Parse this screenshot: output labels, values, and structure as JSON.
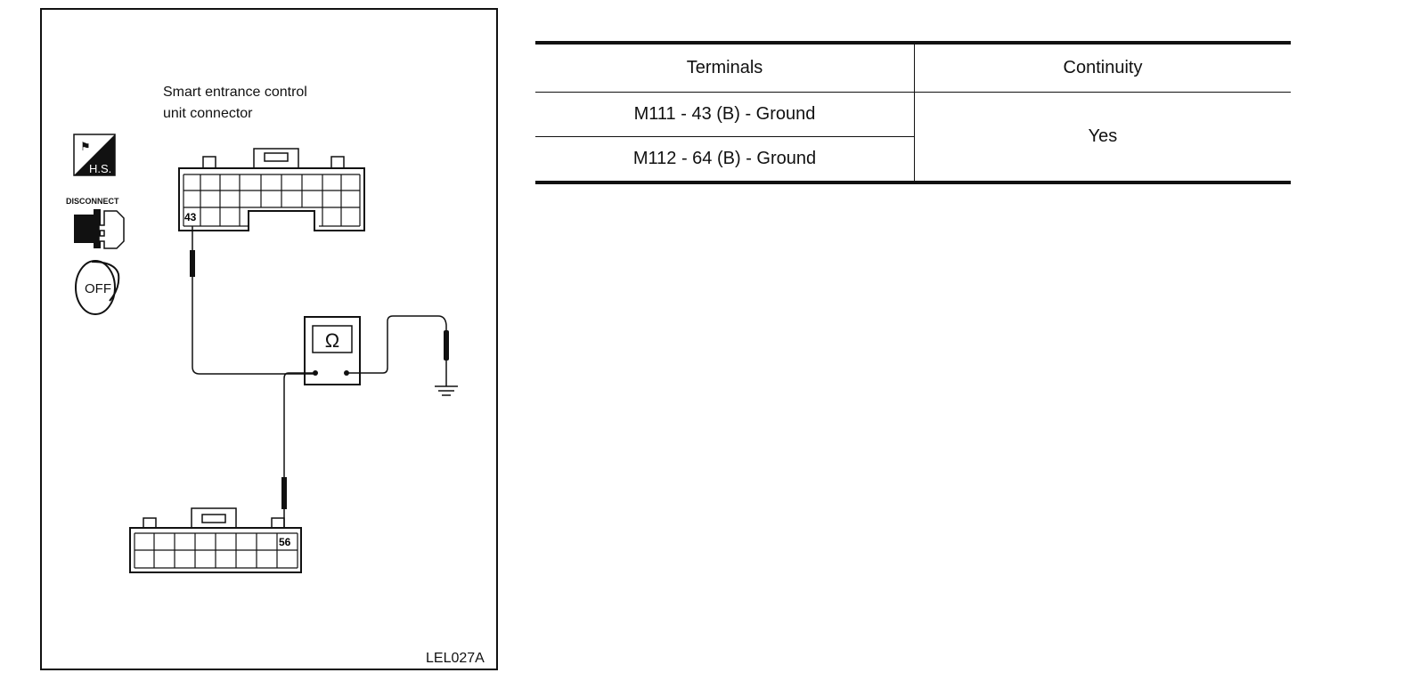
{
  "figure": {
    "title_line1": "Smart entrance control",
    "title_line2": "unit connector",
    "figure_id": "LEL027A",
    "icons": {
      "hs_label": "H.S.",
      "disconnect_label": "DISCONNECT",
      "ignition_label": "OFF",
      "meter_symbol": "Ω"
    },
    "connector_top_pin": "43",
    "connector_bottom_pin": "56"
  },
  "table": {
    "headers": [
      "Terminals",
      "Continuity"
    ],
    "rows": [
      {
        "terminals": "M111 - 43 (B) - Ground"
      },
      {
        "terminals": "M112 - 64 (B) - Ground"
      }
    ],
    "continuity": "Yes"
  }
}
